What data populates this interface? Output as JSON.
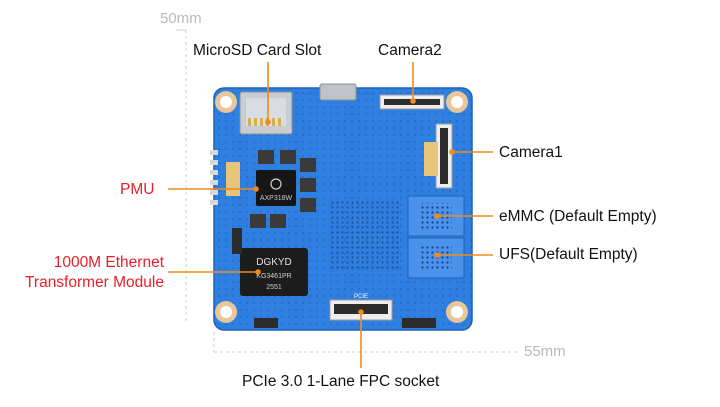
{
  "dimensions": {
    "width": "50mm",
    "height": "55mm"
  },
  "labels": {
    "microsd": "MicroSD Card Slot",
    "camera2": "Camera2",
    "camera1": "Camera1",
    "pmu": "PMU",
    "emmc": "eMMC (Default Empty)",
    "ufs": "UFS(Default Empty)",
    "ethernet_line1": "1000M Ethernet",
    "ethernet_line2": "Transformer Module",
    "pcie": "PCIe 3.0 1-Lane FPC socket"
  },
  "chip_text": {
    "pmu_chip": "AXP318W",
    "eth_line1": "DGKYD",
    "eth_line2": "KG3461PR",
    "eth_line3": "2551",
    "pcie_silk": "PCIE"
  },
  "colors": {
    "board_blue": "#2f7fe0",
    "leader_orange": "#f08a1c",
    "label_red": "#e8202a",
    "dimension_gray": "#b9b9b9"
  }
}
